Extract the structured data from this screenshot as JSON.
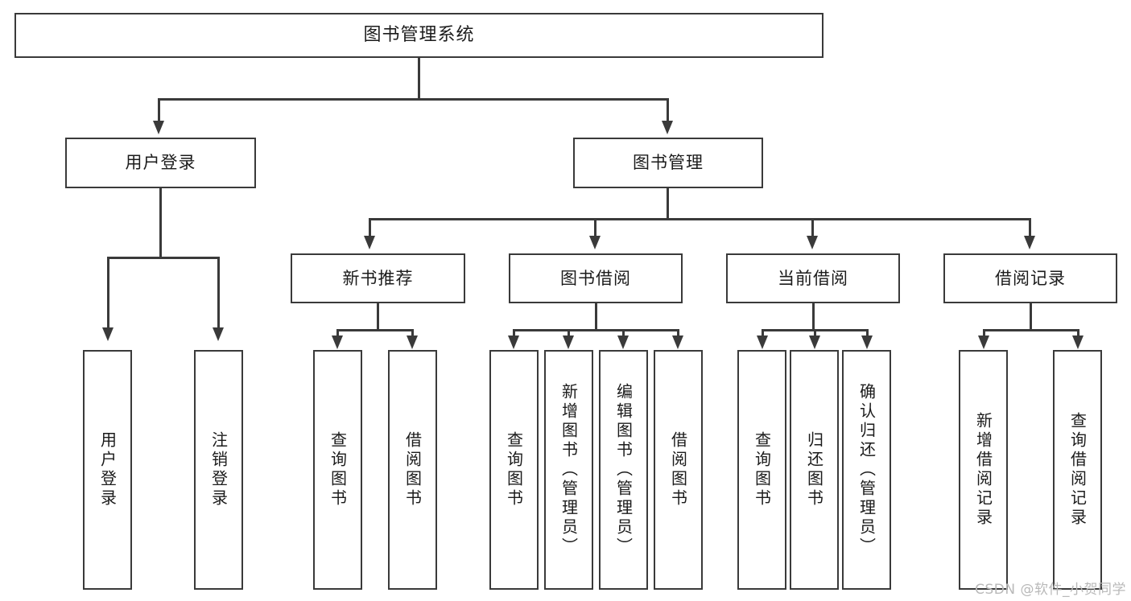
{
  "diagram": {
    "title": "图书管理系统",
    "type": "tree",
    "root": {
      "label": "图书管理系统"
    },
    "level1": [
      {
        "label": "用户登录"
      },
      {
        "label": "图书管理"
      }
    ],
    "level2": [
      {
        "label": "新书推荐"
      },
      {
        "label": "图书借阅"
      },
      {
        "label": "当前借阅"
      },
      {
        "label": "借阅记录"
      }
    ],
    "leaves": {
      "user_login": [
        {
          "label": "用户登录"
        },
        {
          "label": "注销登录"
        }
      ],
      "new_book_recommend": [
        {
          "label": "查询图书"
        },
        {
          "label": "借阅图书"
        }
      ],
      "book_borrow": [
        {
          "label": "查询图书"
        },
        {
          "label": "新增图书（管理员）"
        },
        {
          "label": "编辑图书（管理员）"
        },
        {
          "label": "借阅图书"
        }
      ],
      "current_borrow": [
        {
          "label": "查询图书"
        },
        {
          "label": "归还图书"
        },
        {
          "label": "确认归还（管理员）"
        }
      ],
      "borrow_records": [
        {
          "label": "新增借阅记录"
        },
        {
          "label": "查询借阅记录"
        }
      ]
    }
  },
  "watermark": {
    "text": "CSDN @软件_小贺同学"
  },
  "colors": {
    "stroke": "#3a3a3a",
    "background": "#ffffff",
    "text": "#1b1b1b",
    "watermark": "#b9b9b9"
  }
}
